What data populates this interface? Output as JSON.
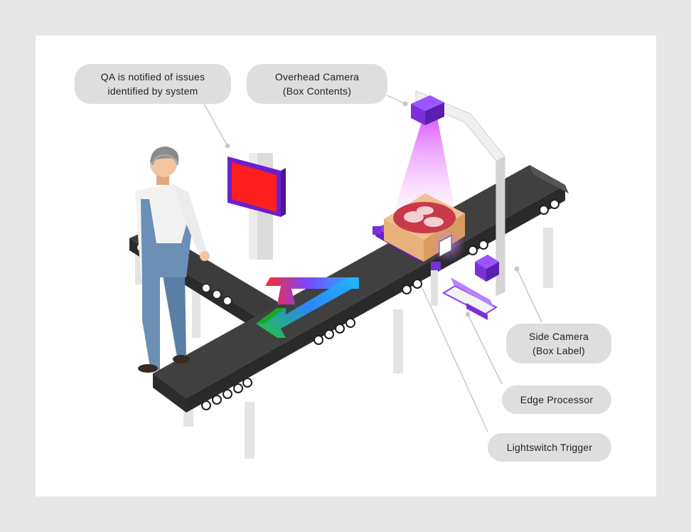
{
  "callouts": {
    "qa_notified": "QA is notified of issues\nidentified by system",
    "overhead_camera": "Overhead Camera\n(Box Contents)",
    "side_camera": "Side Camera\n(Box Label)",
    "edge_processor": "Edge Processor",
    "lightswitch_trigger": "Lightswitch Trigger"
  },
  "colors": {
    "frame_background": "#e6e6e6",
    "panel_background": "#ffffff",
    "callout_fill": "#dedede",
    "conveyor_belt": "#3a3a3a",
    "device_purple": "#7b2fd6",
    "monitor_screen_red": "#ff1f1f",
    "camera_beam_magenta": "#e060ff",
    "box_cardboard": "#e8b27a",
    "arrow_gradient": [
      "#ff2a2a",
      "#2a6bff",
      "#22cc33",
      "#20b8ff"
    ]
  },
  "icons": {
    "worker": "factory-worker-figure",
    "monitor": "qa-alert-monitor-icon",
    "overhead_camera": "overhead-camera-icon",
    "side_camera": "side-camera-icon",
    "edge_processor": "edge-processor-icon",
    "trigger": "lightswitch-trigger-icon",
    "diverter": "diverter-arrow-icon",
    "box": "meat-box-icon"
  }
}
